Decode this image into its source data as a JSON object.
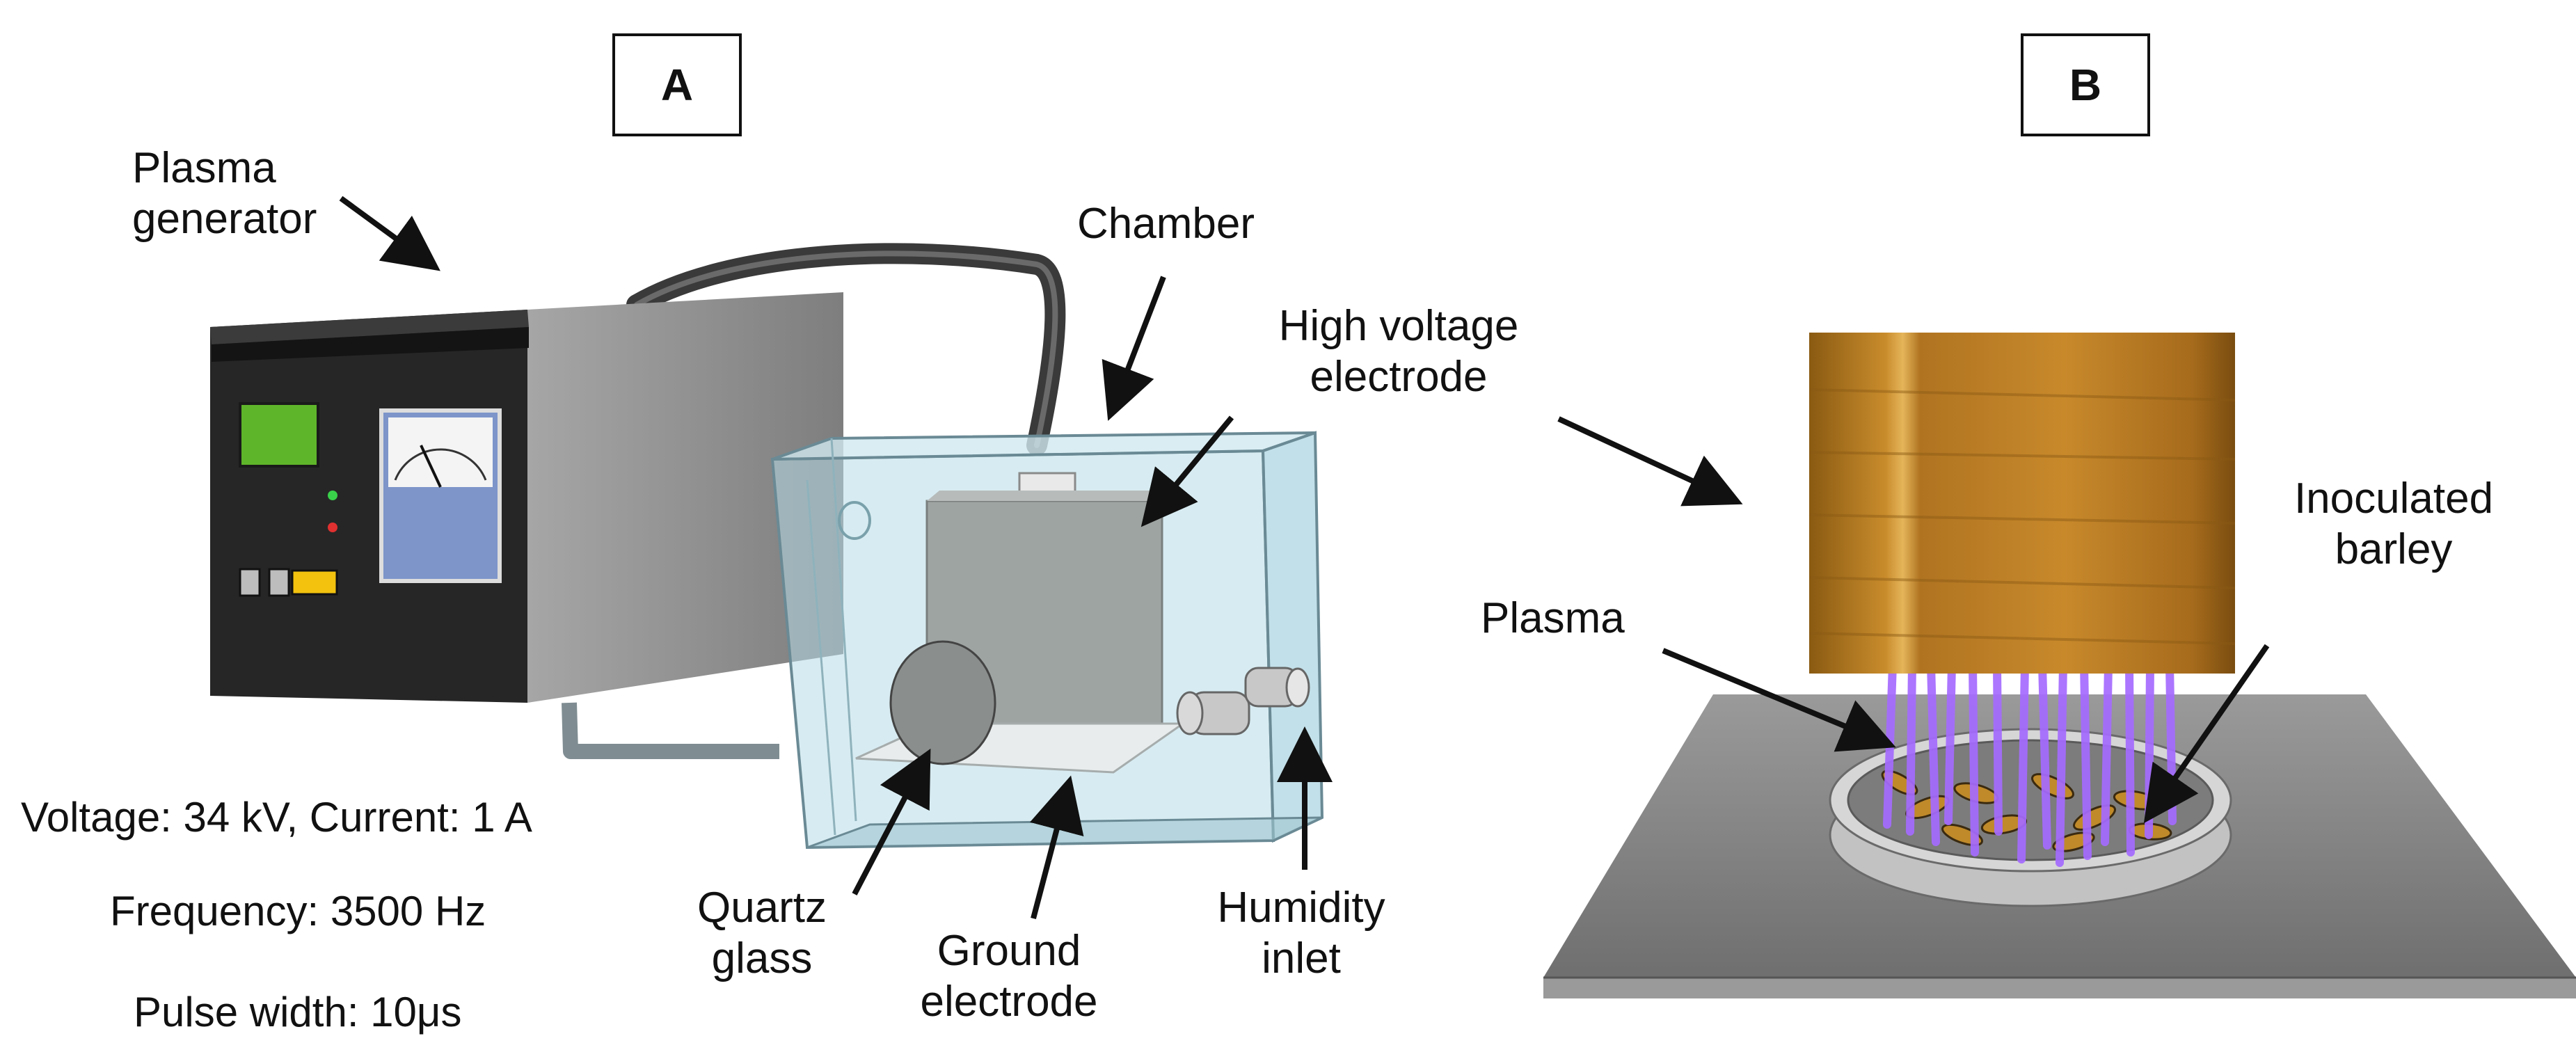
{
  "panels": {
    "a": "A",
    "b": "B"
  },
  "panel_a": {
    "labels": {
      "plasma_generator": [
        "Plasma",
        "generator"
      ],
      "chamber": "Chamber",
      "high_voltage_electrode": [
        "High voltage",
        "electrode"
      ],
      "quartz_glass": [
        "Quartz",
        "glass"
      ],
      "ground_electrode": [
        "Ground",
        "electrode"
      ],
      "humidity_inlet": [
        "Humidity",
        "inlet"
      ]
    },
    "specs": {
      "voltage_current": "Voltage: 34 kV, Current: 1 A",
      "frequency": "Frequency: 3500 Hz",
      "pulse_width": "Pulse width: 10μs"
    }
  },
  "panel_b": {
    "labels": {
      "high_voltage_electrode": [
        "High voltage",
        "electrode"
      ],
      "inoculated_barley": [
        "Inoculated",
        "barley"
      ],
      "plasma": "Plasma"
    }
  },
  "colors": {
    "generator_body": "#2a2a2a",
    "generator_side": "#8f8f8f",
    "display": "#5fb52a",
    "meter": "#7d95c9",
    "chamber_glass": "#b6dde8",
    "electrode_b": "#c78a2e",
    "plasma": "#a56bff",
    "plate": "#8a8a8a"
  }
}
